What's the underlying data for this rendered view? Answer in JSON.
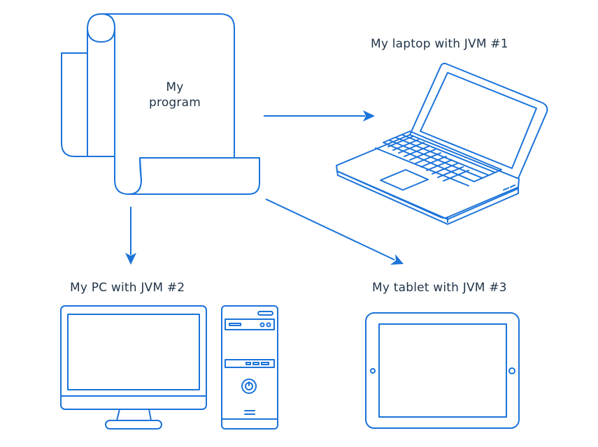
{
  "program": {
    "label_line1": "My",
    "label_line2": "program"
  },
  "devices": {
    "laptop": {
      "label": "My laptop with JVM #1"
    },
    "pc": {
      "label": "My PC with JVM #2"
    },
    "tablet": {
      "label": "My tablet with JVM #3"
    }
  },
  "colors": {
    "stroke": "#1b73d9",
    "text": "#1f3347",
    "background": "#ffffff"
  },
  "icons": [
    "scroll-icon",
    "laptop-icon",
    "monitor-icon",
    "pc-tower-icon",
    "tablet-icon",
    "arrow-icon"
  ]
}
